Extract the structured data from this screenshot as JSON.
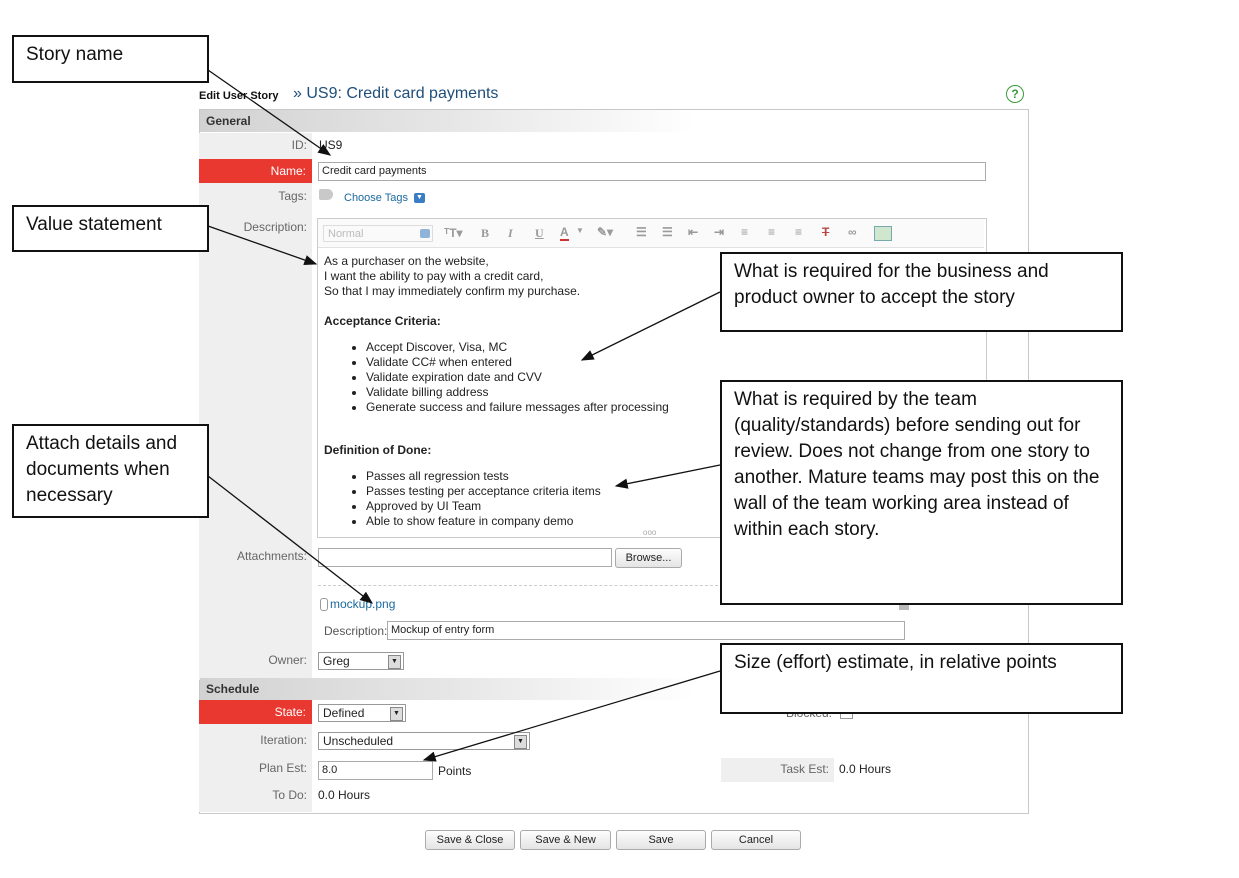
{
  "header": {
    "edit_label": "Edit User Story",
    "title": "» US9: Credit card payments",
    "help_glyph": "?"
  },
  "sections": {
    "general": "General",
    "schedule": "Schedule"
  },
  "fields": {
    "id": {
      "label": "ID:",
      "value": "US9"
    },
    "name": {
      "label": "Name:",
      "value": "Credit card payments"
    },
    "tags": {
      "label": "Tags:",
      "link": "Choose Tags"
    },
    "description": {
      "label": "Description:"
    },
    "attachments": {
      "label": "Attachments:",
      "browse": "Browse...",
      "file": "mockup.png",
      "desc_label": "Description:",
      "desc_value": "Mockup of entry form"
    },
    "owner": {
      "label": "Owner:",
      "value": "Greg"
    },
    "state": {
      "label": "State:",
      "value": "Defined"
    },
    "blocked": {
      "label": "Blocked:"
    },
    "iteration": {
      "label": "Iteration:",
      "value": "Unscheduled"
    },
    "plan_est": {
      "label": "Plan Est:",
      "value": "8.0",
      "unit": "Points"
    },
    "task_est": {
      "label": "Task Est:",
      "value": "0.0 Hours"
    },
    "to_do": {
      "label": "To Do:",
      "value": "0.0 Hours"
    }
  },
  "editor": {
    "style_select": "Normal",
    "toolbar_icons": [
      "font-size-icon",
      "bold-icon",
      "italic-icon",
      "underline-icon",
      "font-color-icon",
      "highlight-icon",
      "numbered-list-icon",
      "bullet-list-icon",
      "outdent-icon",
      "indent-icon",
      "align-left-icon",
      "align-center-icon",
      "align-right-icon",
      "clear-format-icon",
      "link-icon",
      "image-icon"
    ],
    "statement": [
      "As a purchaser on the website,",
      "I want the ability to pay with a credit card,",
      "So that I may immediately confirm my purchase."
    ],
    "acceptance_heading": "Acceptance Criteria:",
    "acceptance": [
      "Accept Discover, Visa, MC",
      "Validate CC# when entered",
      "Validate expiration date and CVV",
      "Validate billing address",
      "Generate success and failure messages after processing"
    ],
    "done_heading": "Definition of Done:",
    "done": [
      "Passes all regression tests",
      "Passes testing per acceptance criteria items",
      "Approved by UI Team",
      "Able to show feature in company demo"
    ]
  },
  "buttons": {
    "save_close": "Save & Close",
    "save_new": "Save & New",
    "save": "Save",
    "cancel": "Cancel"
  },
  "callouts": {
    "story_name": "Story name",
    "value_statement": "Value statement",
    "attach": "Attach details and documents when necessary",
    "acceptance": "What is required for the business and product owner to accept the story",
    "done": "What is required by the team (quality/standards) before sending out for review. Does not change from one story to another. Mature teams may post this on the wall of the team working area instead of within each story.",
    "estimate": "Size (effort) estimate, in relative points"
  },
  "colors": {
    "required_label": "#e8382f",
    "title": "#1f4e79",
    "link": "#1a6aa0"
  }
}
